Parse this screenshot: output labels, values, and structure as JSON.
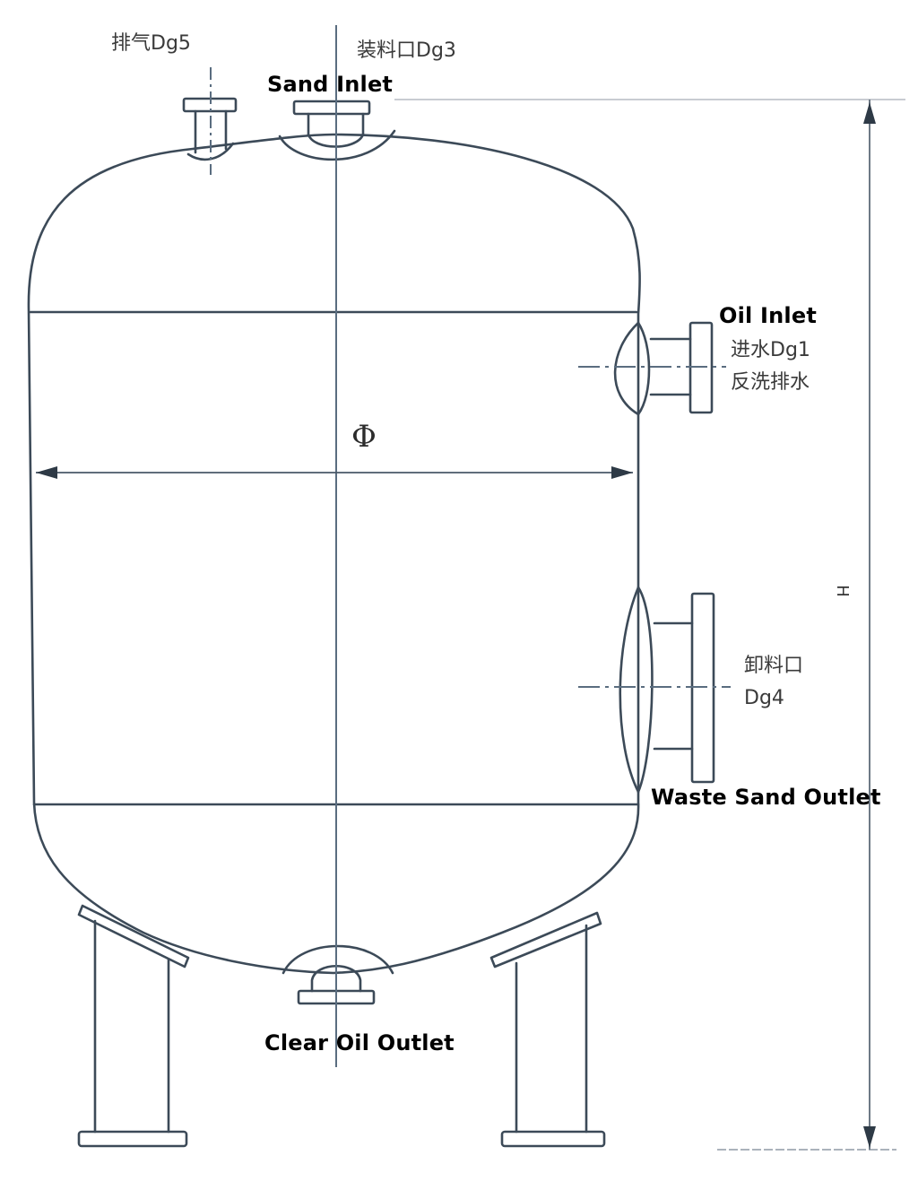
{
  "diagram": {
    "type": "engineering-drawing",
    "subject": "vertical pressure vessel sand filter",
    "colors": {
      "line": "#3c4a58",
      "centerline": "#5a6d80",
      "label_en": "#000000",
      "label_cn": "#3a3a3a",
      "background": "#ffffff"
    }
  },
  "labels": {
    "vent": {
      "cn": "排气Dg5"
    },
    "sand_inlet": {
      "en": "Sand Inlet",
      "cn": "装料口Dg3"
    },
    "oil_inlet": {
      "en": "Oil Inlet",
      "cn_line1": "进水Dg1",
      "cn_line2": "反洗排水"
    },
    "waste_sand_outlet": {
      "en": "Waste Sand Outlet",
      "cn_line1": "卸料口",
      "cn_line2": "Dg4"
    },
    "clear_oil_outlet": {
      "en": "Clear Oil Outlet"
    }
  },
  "dimensions": {
    "diameter_symbol": "Φ",
    "height_symbol": "H"
  }
}
